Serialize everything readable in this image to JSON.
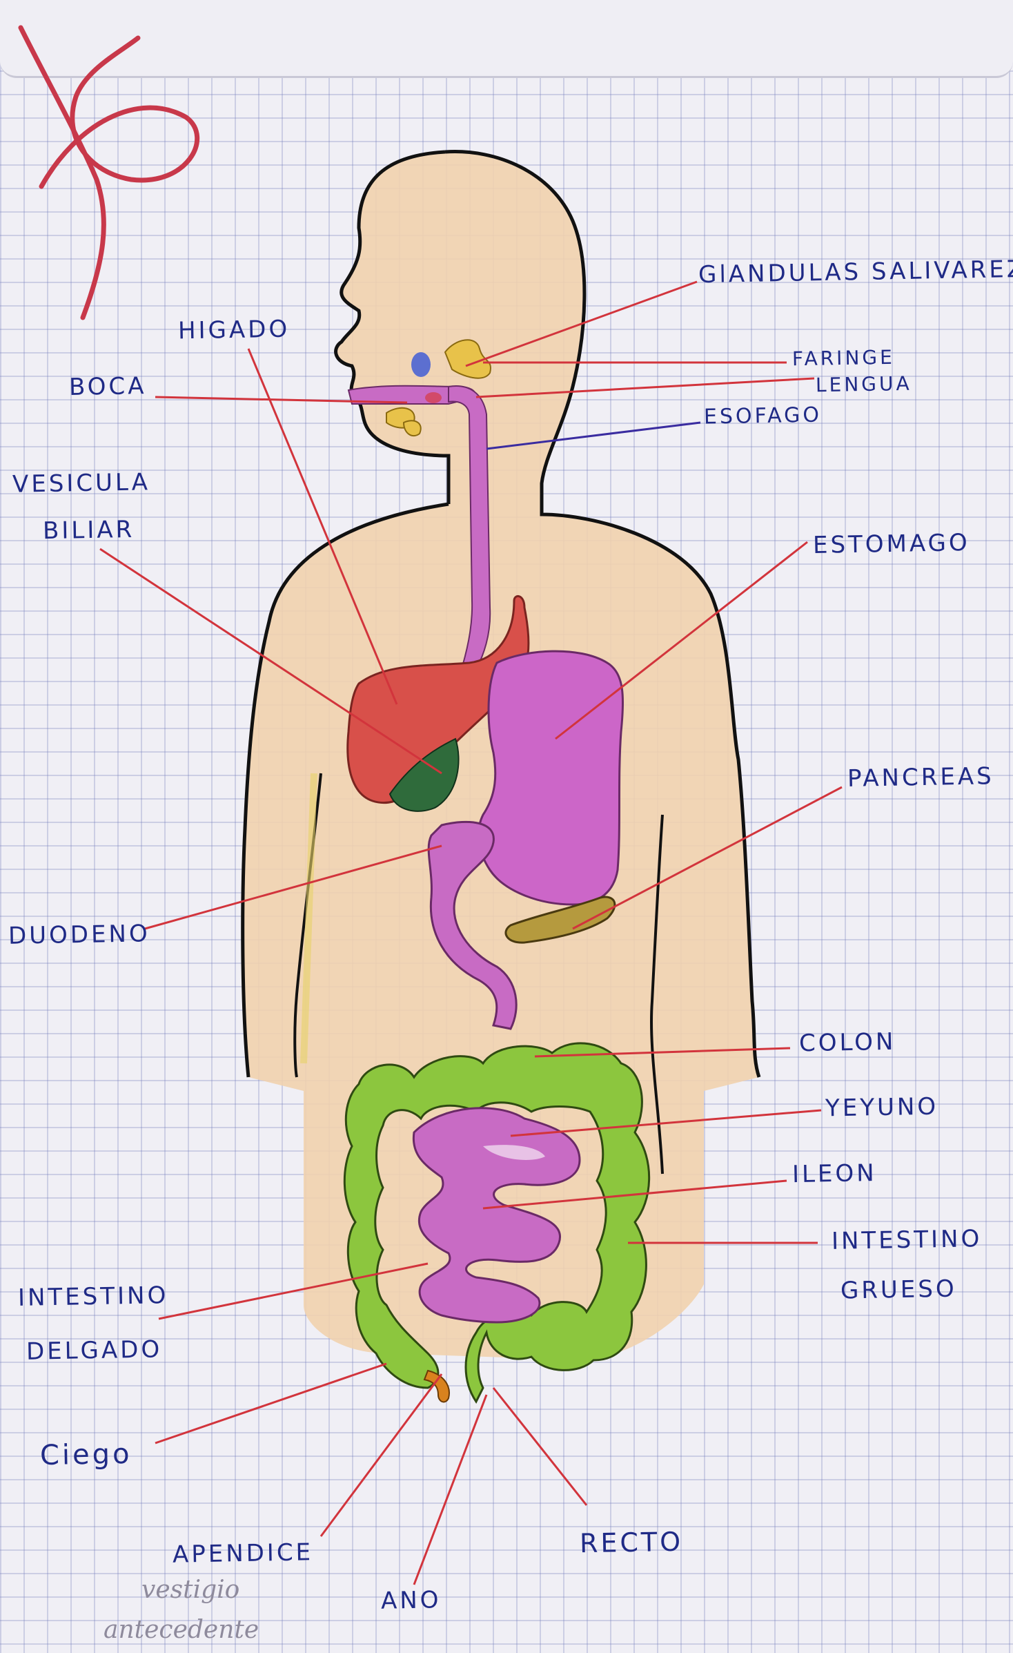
{
  "colors": {
    "label_ink": "#1f2a86",
    "leader_line": "#d2343c",
    "outline": "#111111",
    "skin": "#f1d2ae",
    "liver": "#d8504a",
    "stomach": "#cc66c8",
    "gallbladder": "#2f6b3b",
    "pancreas": "#b59a3e",
    "large_intestine": "#8cc63e",
    "small_intestine": "#c86bc4",
    "salivary_glands": "#e8c24a"
  },
  "labels": {
    "glandulas_salivarez": "GlANDULAS SALIVAREZ",
    "higado": "HIGADO",
    "faringe": "FARINGE",
    "lengua": "LENGUA",
    "boca": "BOCA",
    "esofago": "ESOFAGO",
    "vesicula": "VESICULA",
    "biliar": "BILIAR",
    "estomago": "ESTOMAGO",
    "pancreas": "PANCREAS",
    "duodeno": "DUODENO",
    "colon": "COLON",
    "yeyuno": "YEYUNO",
    "ileon": "ILEON",
    "intestino_grueso_1": "INTESTINO",
    "intestino_grueso_2": "GRUESO",
    "intestino_delgado_1": "INTESTINO",
    "intestino_delgado_2": "DELGADO",
    "ciego": "Ciego",
    "apendice": "APENDICE",
    "recto": "RECTO",
    "ano": "ANO"
  },
  "notes": {
    "vestigio": "vestigio",
    "antecedente": "antecedente"
  }
}
